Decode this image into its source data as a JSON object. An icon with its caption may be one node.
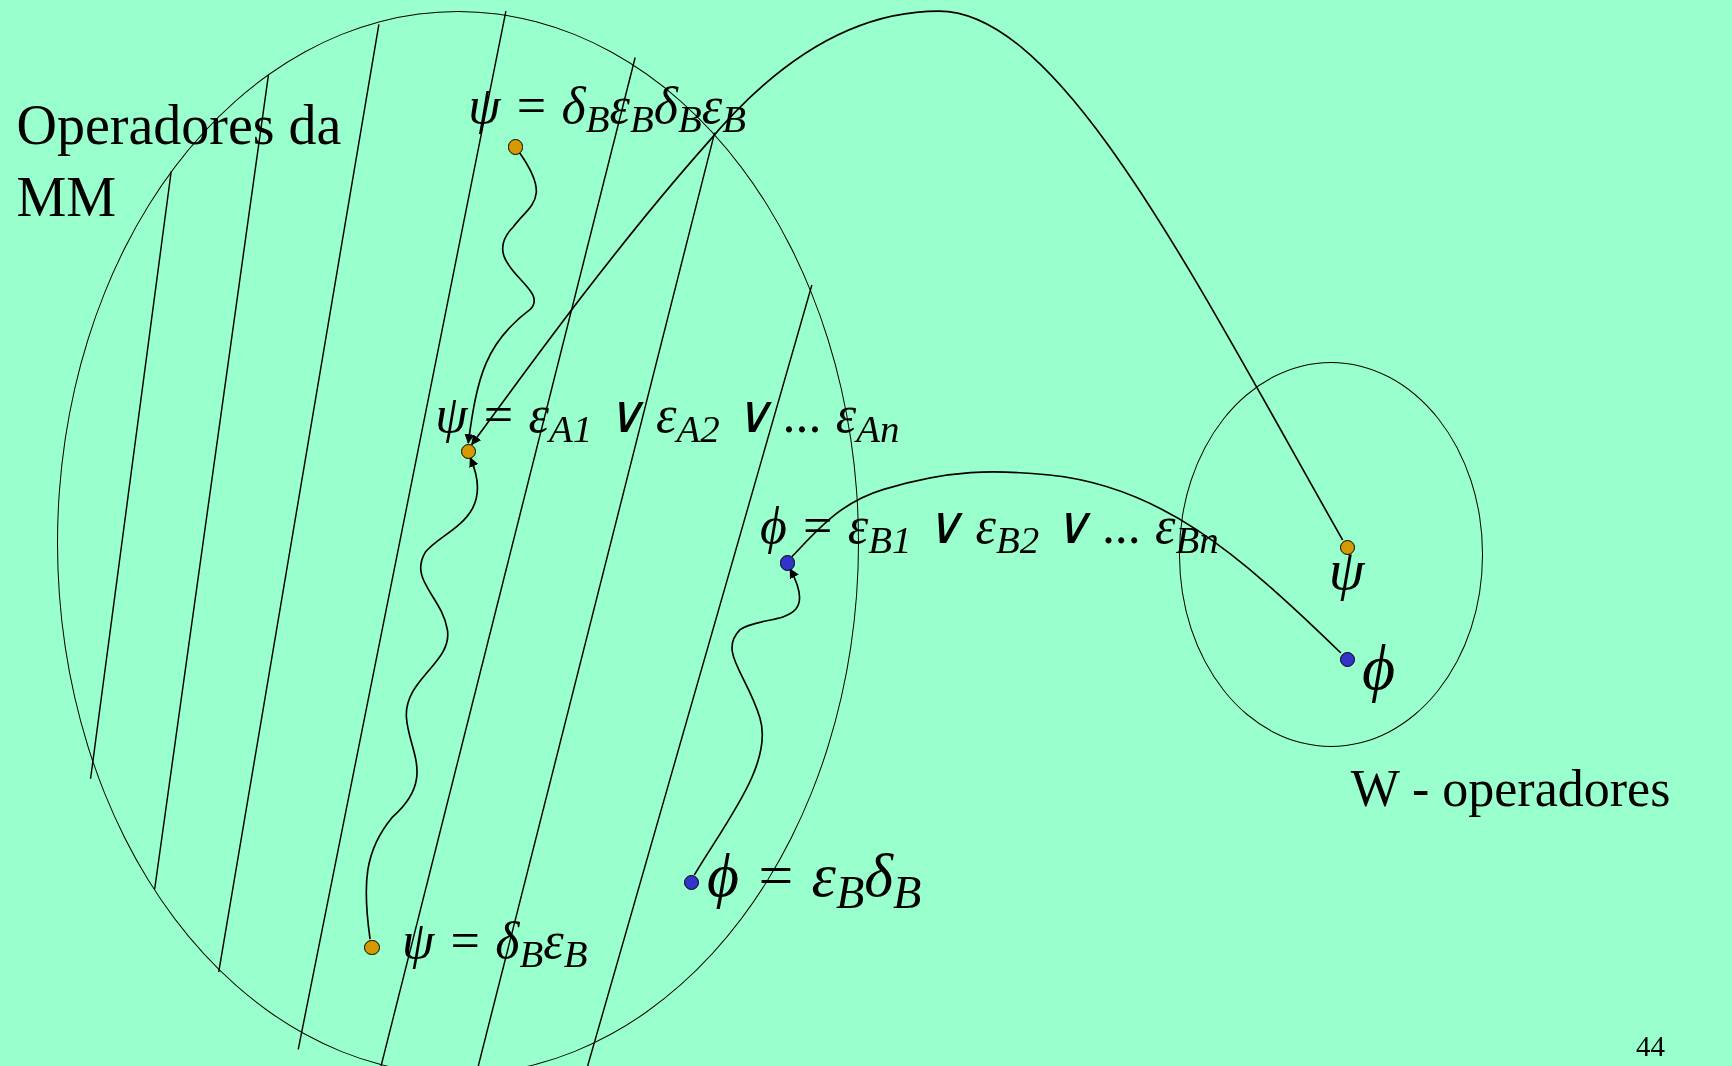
{
  "diagram": {
    "nodes": [
      {
        "text": [
          "Operadores da MM"
        ]
      },
      {
        "text": [
          "W - operadores"
        ]
      },
      {
        "text": [],
        "shape": "circle",
        "in": 0,
        "beside": [
          "ψ = δ$_{B}$ε$_{B}$δ$_{B}$ε$_{B}$"
        ]
      },
      {
        "text": [],
        "shape": "circle",
        "in": 0,
        "beside": [
          "ψ = ε$_{A1}$ ∨ ε$_{A2}$ ∨ ... ε$_{An}$"
        ]
      },
      {
        "text": [],
        "shape": "circle",
        "in": 0,
        "beside": [
          "ϕ = ε$_{B1}$ ∨ ε$_{B2}$ ∨ ... ε$_{Bn}$"
        ]
      },
      {
        "text": [],
        "shape": "circle",
        "in": 0,
        "beside": [
          "ϕ = ε$_{B}$δ$_{B}$"
        ]
      },
      {
        "text": [],
        "shape": "circle",
        "in": 0,
        "beside": [
          "ψ = δ$_{B}$ε$_{B}$"
        ]
      },
      {
        "text": [],
        "shape": "circle",
        "in": 1,
        "beside": [
          "ψ"
        ]
      },
      {
        "text": [],
        "shape": "circle",
        "in": 1,
        "beside": [
          "ϕ"
        ]
      }
    ],
    "edges": [
      {
        "from": 2,
        "to": 3,
        "arrow": "to"
      },
      {
        "from": 6,
        "to": 3,
        "arrow": "to"
      },
      {
        "from": 5,
        "to": 4,
        "arrow": "to"
      },
      {
        "from": 7,
        "to": 3,
        "arrow": "to"
      },
      {
        "from": 4,
        "to": 8,
        "arrow": "none"
      }
    ],
    "labels": [
      "44"
    ]
  }
}
